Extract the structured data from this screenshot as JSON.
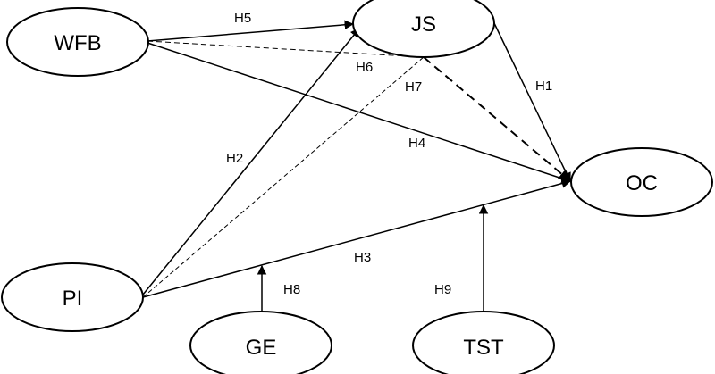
{
  "nodes": {
    "wfb": "WFB",
    "js": "JS",
    "oc": "OC",
    "pi": "PI",
    "ge": "GE",
    "tst": "TST"
  },
  "edges": {
    "h1": "H1",
    "h2": "H2",
    "h3": "H3",
    "h4": "H4",
    "h5": "H5",
    "h6": "H6",
    "h7": "H7",
    "h8": "H8",
    "h9": "H9"
  },
  "colors": {
    "line": "#000000",
    "background": "#ffffff"
  }
}
